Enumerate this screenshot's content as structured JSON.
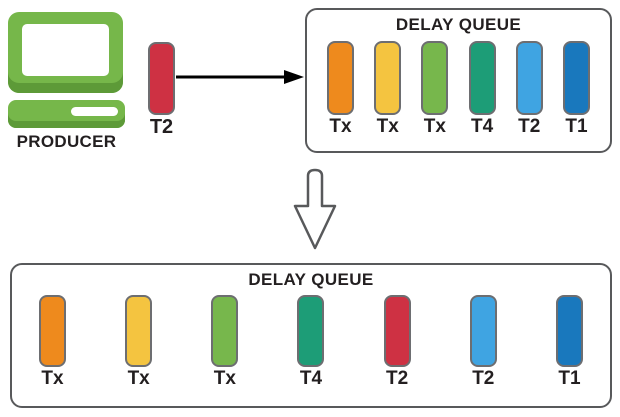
{
  "producer": {
    "label": "PRODUCER",
    "icon_color": "#76b74a",
    "icon_shadow_color": "#5d9a38"
  },
  "incoming_message": {
    "label": "T2",
    "color": "#ce3143"
  },
  "queue_before": {
    "title": "DELAY QUEUE",
    "items": [
      {
        "label": "Tx",
        "color": "#ee8a1d"
      },
      {
        "label": "Tx",
        "color": "#f4c440"
      },
      {
        "label": "Tx",
        "color": "#77b74c"
      },
      {
        "label": "T4",
        "color": "#1d9d77"
      },
      {
        "label": "T2",
        "color": "#3fa4e2"
      },
      {
        "label": "T1",
        "color": "#1978bd"
      }
    ]
  },
  "queue_after": {
    "title": "DELAY QUEUE",
    "items": [
      {
        "label": "Tx",
        "color": "#ee8a1d"
      },
      {
        "label": "Tx",
        "color": "#f4c440"
      },
      {
        "label": "Tx",
        "color": "#77b74c"
      },
      {
        "label": "T4",
        "color": "#1d9d77"
      },
      {
        "label": "T2",
        "color": "#ce3143"
      },
      {
        "label": "T2",
        "color": "#3fa4e2"
      },
      {
        "label": "T1",
        "color": "#1978bd"
      }
    ]
  },
  "icons": {
    "producer": "computer-icon",
    "flow_right": "right-arrow-icon",
    "flow_down": "down-arrow-icon"
  },
  "colors": {
    "box_border": "#58595b",
    "token_border": "#6d6e71",
    "arrow": "#000000",
    "hollow_arrow_stroke": "#58595b",
    "text": "#231f20",
    "background": "#ffffff"
  }
}
